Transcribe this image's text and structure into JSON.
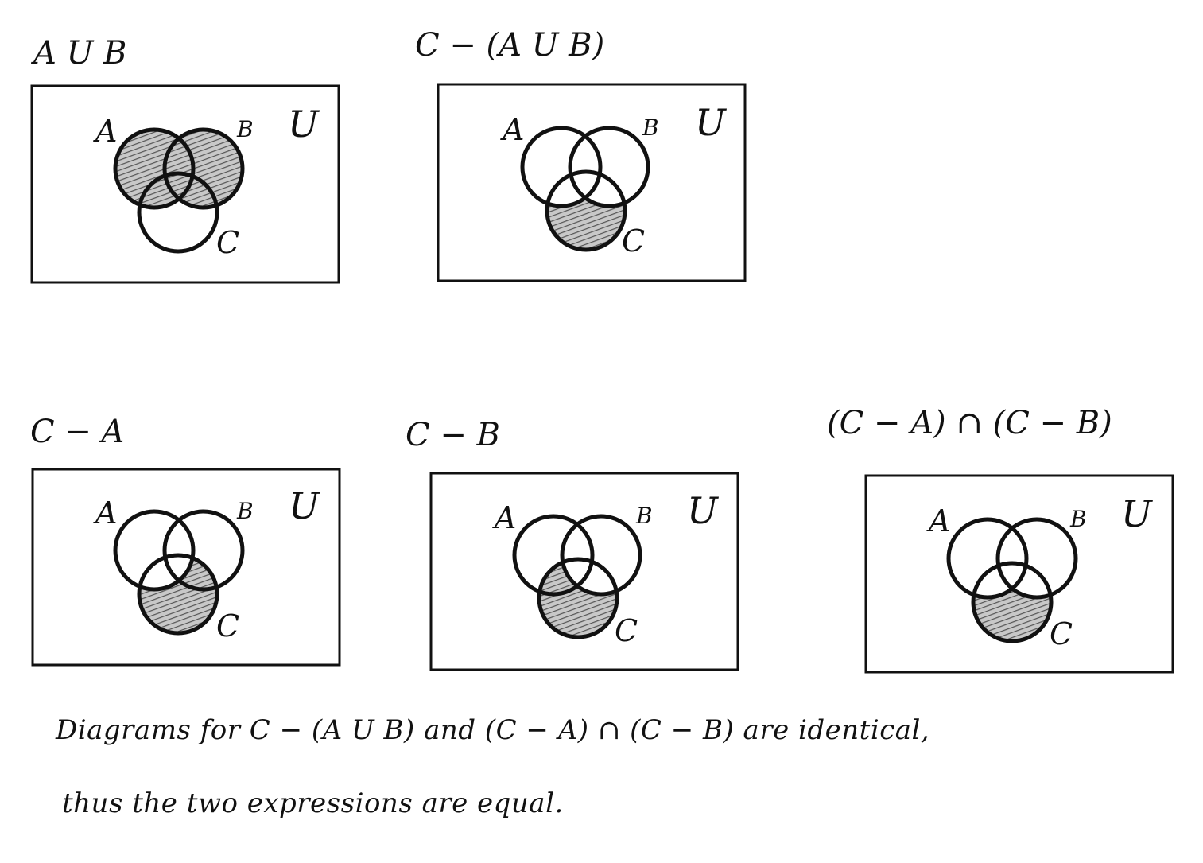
{
  "universe_label": "U",
  "set_labels": {
    "a": "A",
    "b": "B",
    "c": "C"
  },
  "colors": {
    "ink": "#111111",
    "shade": "#9a9a9a",
    "background": "#ffffff"
  },
  "diagrams": [
    {
      "id": "aub",
      "title": "A U B",
      "shaded_region": "A ∪ B"
    },
    {
      "id": "c-minus-aub",
      "title": "C − (A U B)",
      "shaded_region": "C only"
    },
    {
      "id": "c-minus-a",
      "title": "C − A",
      "shaded_region": "C outside A"
    },
    {
      "id": "c-minus-b",
      "title": "C − B",
      "shaded_region": "C outside B"
    },
    {
      "id": "intersection",
      "title": "(C − A) ∩ (C − B)",
      "shaded_region": "C only"
    }
  ],
  "caption": {
    "line1": "Diagrams for C − (A U B) and (C − A) ∩ (C − B) are identical,",
    "line2": "thus the two expressions are equal."
  }
}
